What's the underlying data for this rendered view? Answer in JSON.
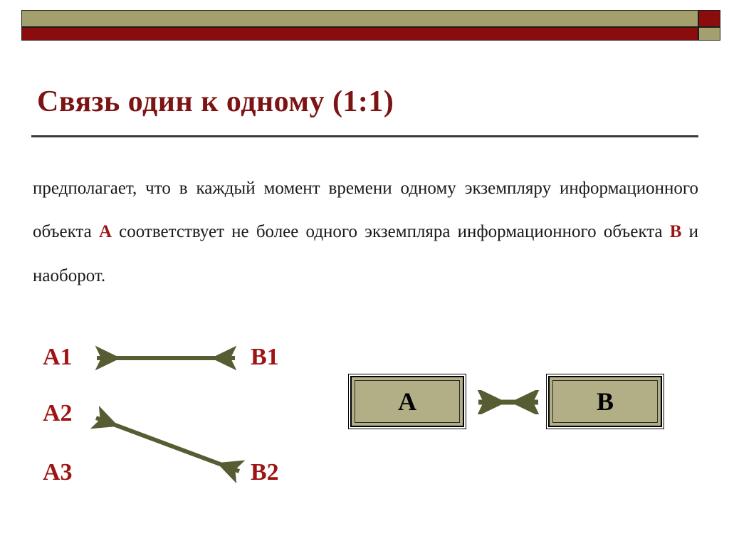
{
  "slide": {
    "title": "Связь один к одному (1:1)",
    "body_parts": [
      {
        "text": "предполагает, что в каждый момент времени одному экземпляру информационного объекта ",
        "accent": false
      },
      {
        "text": "А",
        "accent": true
      },
      {
        "text": " соответствует не более одного экземпляра информационного объекта ",
        "accent": false
      },
      {
        "text": "В",
        "accent": true
      },
      {
        "text": " и наоборот.",
        "accent": false
      }
    ]
  },
  "header_band": {
    "top_row": {
      "long_color": "#a3a06e",
      "short_color": "#8a0c0c"
    },
    "bottom_row": {
      "long_color": "#8a0c0c",
      "short_color": "#a3a06e"
    }
  },
  "instance_diagram": {
    "labels": [
      {
        "id": "a1",
        "text": "A1"
      },
      {
        "id": "a2",
        "text": "A2"
      },
      {
        "id": "a3",
        "text": "A3"
      },
      {
        "id": "b1",
        "text": "B1"
      },
      {
        "id": "b2",
        "text": "B2"
      }
    ],
    "arrows": [
      {
        "id": "a1-b1",
        "from": "A1",
        "to": "B1",
        "style": "double-headed-horizontal"
      },
      {
        "id": "a2-b2",
        "from": "A2",
        "to": "B2",
        "style": "double-headed-diagonal"
      }
    ]
  },
  "entity_diagram": {
    "boxes": [
      {
        "id": "a",
        "label": "А"
      },
      {
        "id": "b",
        "label": "В"
      }
    ],
    "arrow": {
      "id": "a-b",
      "from": "А",
      "to": "В",
      "style": "double-headed-horizontal"
    }
  },
  "colors": {
    "title": "#7d1313",
    "accent_red": "#9e1414",
    "khaki": "#a3a06e",
    "maroon": "#8a0c0c",
    "arrow_olive": "#575c33",
    "box_fill": "#b2ae86",
    "rule": "#3a3a3a"
  }
}
